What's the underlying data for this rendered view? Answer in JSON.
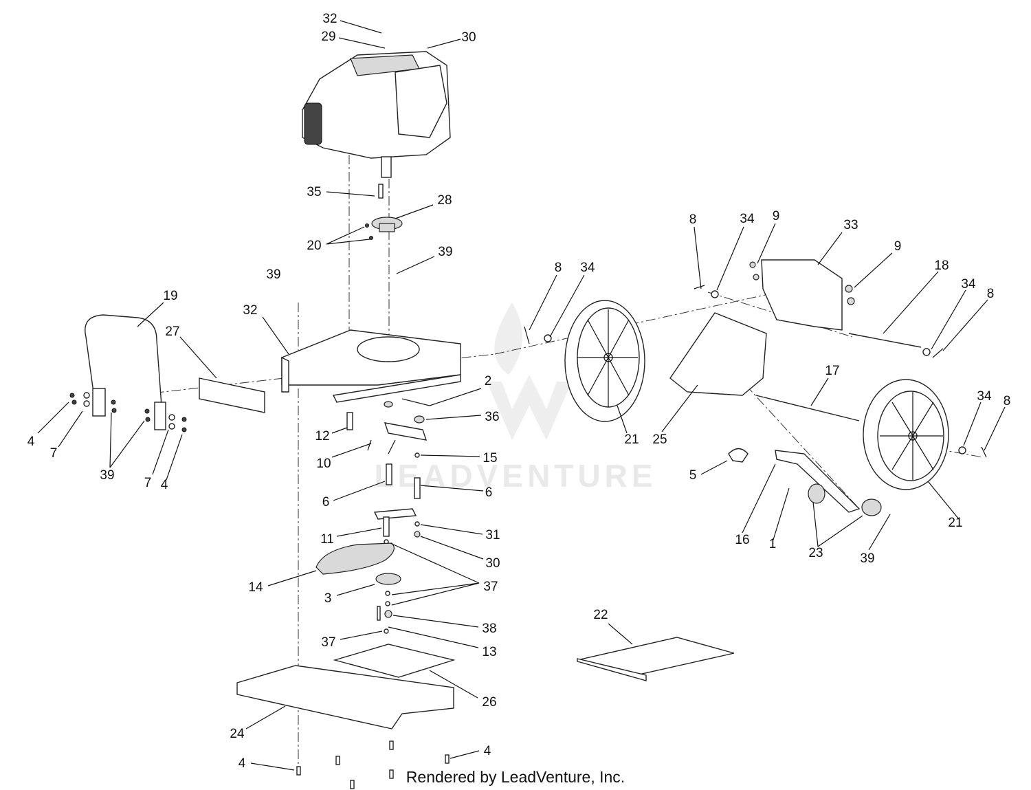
{
  "watermark": "LEADVENTURE",
  "credit": "Rendered by LeadVenture, Inc.",
  "callouts": [
    "32",
    "29",
    "30",
    "35",
    "28",
    "20",
    "39",
    "39",
    "32",
    "19",
    "27",
    "4",
    "7",
    "39",
    "7",
    "4",
    "12",
    "2",
    "36",
    "10",
    "15",
    "6",
    "6",
    "11",
    "31",
    "30",
    "14",
    "37",
    "3",
    "38",
    "37",
    "13",
    "26",
    "24",
    "4",
    "4",
    "8",
    "34",
    "21",
    "25",
    "17",
    "8",
    "34",
    "9",
    "33",
    "9",
    "18",
    "34",
    "8",
    "34",
    "8",
    "5",
    "16",
    "1",
    "23",
    "39",
    "21",
    "22"
  ]
}
